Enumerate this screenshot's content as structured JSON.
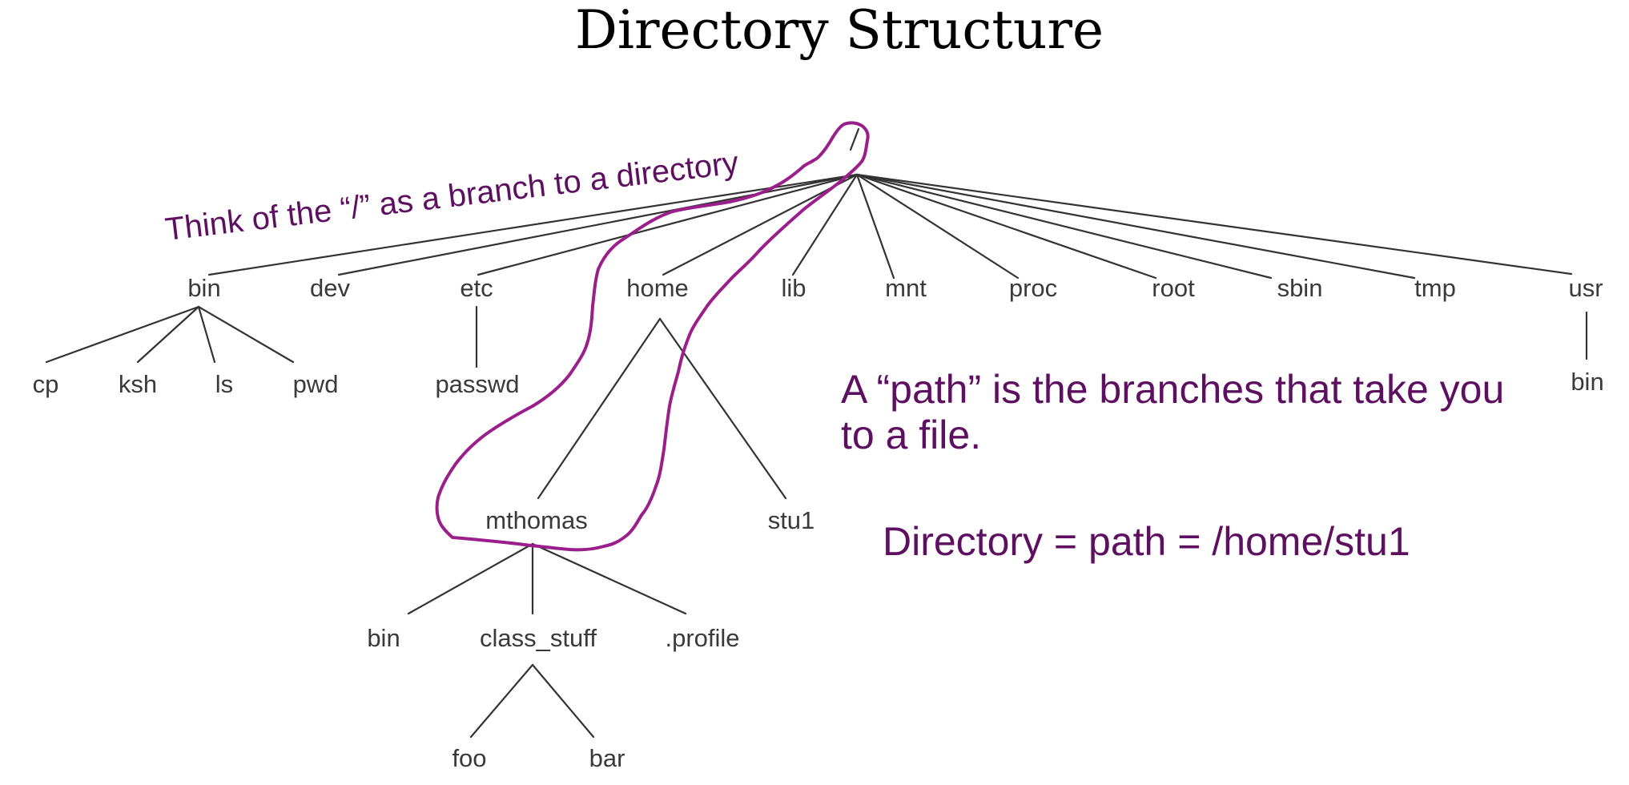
{
  "slide": {
    "title": "Directory Structure"
  },
  "tree": {
    "root": "/",
    "nodes": [
      {
        "id": "bin",
        "label": "bin",
        "parent": "/"
      },
      {
        "id": "dev",
        "label": "dev",
        "parent": "/"
      },
      {
        "id": "etc",
        "label": "etc",
        "parent": "/"
      },
      {
        "id": "home",
        "label": "home",
        "parent": "/"
      },
      {
        "id": "lib",
        "label": "lib",
        "parent": "/"
      },
      {
        "id": "mnt",
        "label": "mnt",
        "parent": "/"
      },
      {
        "id": "proc",
        "label": "proc",
        "parent": "/"
      },
      {
        "id": "root",
        "label": "root",
        "parent": "/"
      },
      {
        "id": "sbin",
        "label": "sbin",
        "parent": "/"
      },
      {
        "id": "tmp",
        "label": "tmp",
        "parent": "/"
      },
      {
        "id": "usr",
        "label": "usr",
        "parent": "/"
      },
      {
        "id": "bin-cp",
        "label": "cp",
        "parent": "bin"
      },
      {
        "id": "bin-ksh",
        "label": "ksh",
        "parent": "bin"
      },
      {
        "id": "bin-ls",
        "label": "ls",
        "parent": "bin"
      },
      {
        "id": "bin-pwd",
        "label": "pwd",
        "parent": "bin"
      },
      {
        "id": "etc-passwd",
        "label": "passwd",
        "parent": "etc"
      },
      {
        "id": "usr-bin",
        "label": "bin",
        "parent": "usr"
      },
      {
        "id": "mthomas",
        "label": "mthomas",
        "parent": "home"
      },
      {
        "id": "stu1",
        "label": "stu1",
        "parent": "home"
      },
      {
        "id": "mthomas-bin",
        "label": "bin",
        "parent": "mthomas"
      },
      {
        "id": "class_stuff",
        "label": "class_stuff",
        "parent": "mthomas"
      },
      {
        "id": "profile",
        "label": ".profile",
        "parent": "mthomas"
      },
      {
        "id": "foo",
        "label": "foo",
        "parent": "class_stuff"
      },
      {
        "id": "bar",
        "label": "bar",
        "parent": "class_stuff"
      }
    ],
    "highlighted_path": [
      "/",
      "home",
      "mthomas"
    ]
  },
  "annotations": {
    "branch_note": "Think of the “/” as a branch to a directory",
    "path_note_line1": "A “path” is the branches that take you",
    "path_note_line2": "to a file.",
    "directory_example": "Directory = path = /home/stu1"
  },
  "colors": {
    "annotation_text": "#5e1060",
    "highlight_loop": "#9b1f8a",
    "tree_lines": "#333333",
    "tree_text": "#3a3a3a"
  }
}
